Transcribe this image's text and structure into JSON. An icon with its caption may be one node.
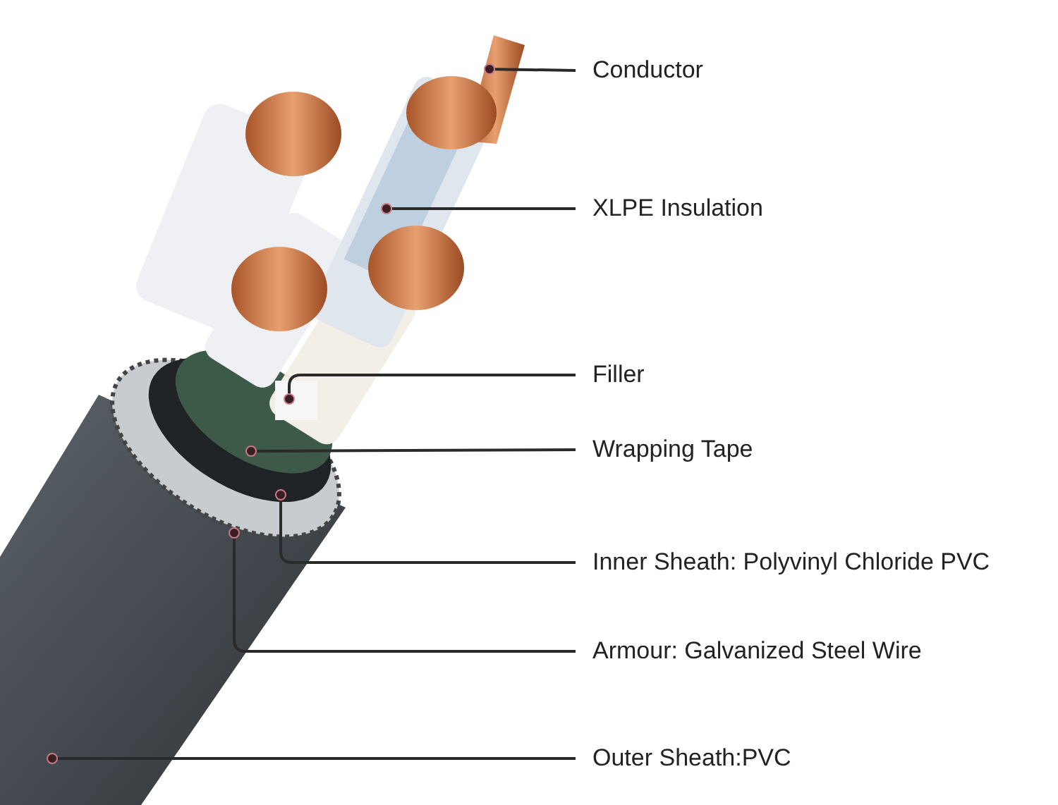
{
  "diagram": {
    "nodes": [
      {
        "text": [
          "Conductor"
        ]
      },
      {
        "text": [
          "XLPE Insulation"
        ]
      },
      {
        "text": [
          "Filler"
        ]
      },
      {
        "text": [
          "Wrapping Tape"
        ]
      },
      {
        "text": [
          "Inner Sheath: Polyvinyl Chloride PVC"
        ]
      },
      {
        "text": [
          "Armour: Galvanized Steel Wire"
        ]
      },
      {
        "text": [
          "Outer Sheath:PVC"
        ]
      },
      {
        "text": [],
        "shape": "circle"
      },
      {
        "text": [],
        "shape": "circle"
      },
      {
        "text": [],
        "shape": "circle"
      },
      {
        "text": [],
        "shape": "circle"
      },
      {
        "text": [],
        "shape": "circle"
      },
      {
        "text": [],
        "shape": "circle"
      },
      {
        "text": [],
        "shape": "circle"
      }
    ],
    "edges": [
      {
        "from": 0,
        "to": 7,
        "arrow": "none"
      },
      {
        "from": 1,
        "to": 8,
        "arrow": "none"
      },
      {
        "from": 2,
        "to": 9,
        "arrow": "none"
      },
      {
        "from": 3,
        "to": 10,
        "arrow": "none"
      },
      {
        "from": 4,
        "to": 11,
        "arrow": "none"
      },
      {
        "from": 5,
        "to": 12,
        "arrow": "none"
      },
      {
        "from": 6,
        "to": 13,
        "arrow": "none"
      }
    ]
  }
}
